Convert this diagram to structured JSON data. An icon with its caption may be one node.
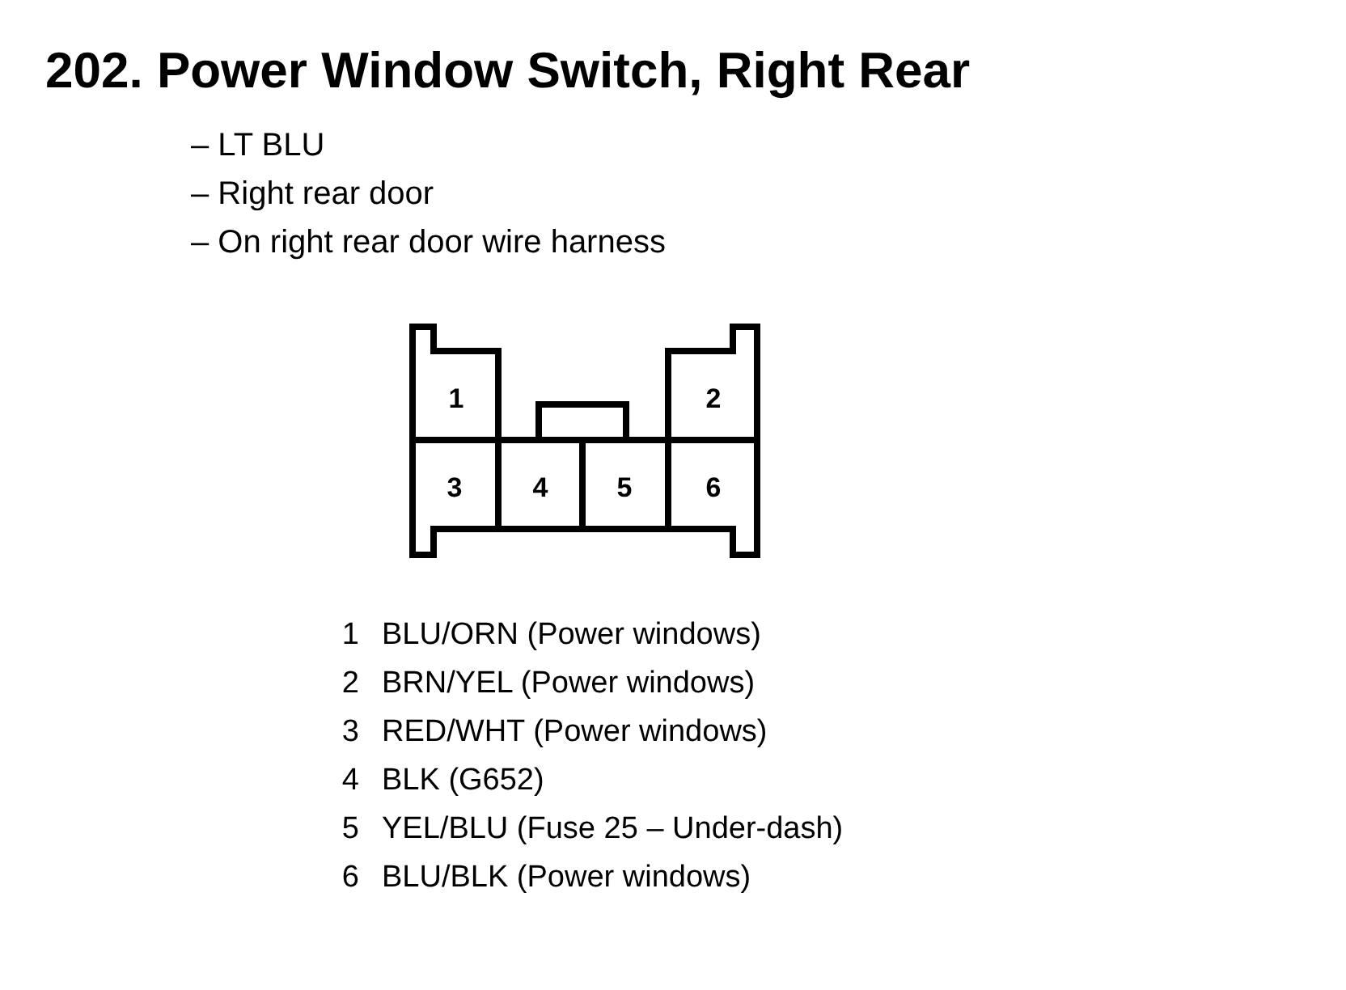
{
  "diagram": {
    "title": "202. Power Window Switch, Right Rear",
    "labels": [
      "– LT BLU",
      "– Right rear door",
      "– On right rear door wire harness",
      "1",
      "2",
      "3",
      "4",
      "5",
      "6",
      "1",
      "BLU/ORN (Power windows)",
      "2",
      "BRN/YEL (Power windows)",
      "3",
      "RED/WHT (Power windows)",
      "4",
      "BLK (G652)",
      "5",
      "YEL/BLU (Fuse 25 – Under-dash)",
      "6",
      "BLU/BLK (Power windows)"
    ]
  }
}
